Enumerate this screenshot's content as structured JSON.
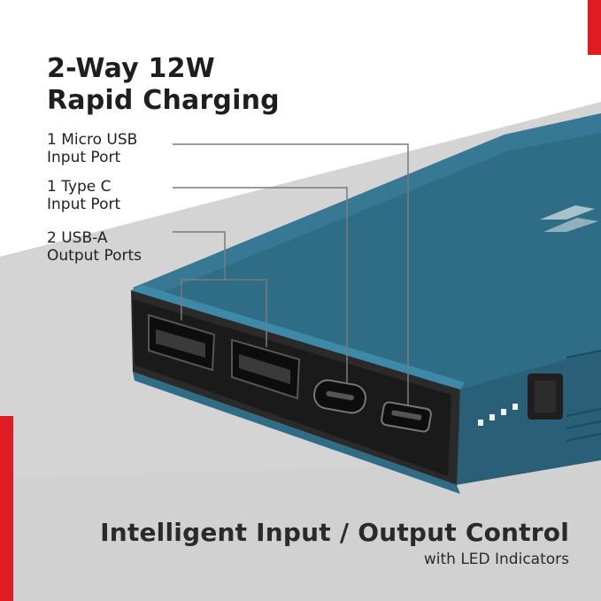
{
  "headline": {
    "line1": "2-Way 12W",
    "line2": "Rapid Charging"
  },
  "callouts": [
    {
      "line1": "1 Micro USB",
      "line2": "Input Port"
    },
    {
      "line1": "1 Type C",
      "line2": "Input Port"
    },
    {
      "line1": "2 USB-A",
      "line2": "Output Ports"
    }
  ],
  "footer": {
    "title": "Intelligent Input / Output Control",
    "subtitle": "with LED Indicators"
  },
  "colors": {
    "accent_red": "#e11b22",
    "device_blue": "#2f6c85",
    "panel_gray": "#d6d6d6",
    "text_dark": "#1e1e1e"
  }
}
